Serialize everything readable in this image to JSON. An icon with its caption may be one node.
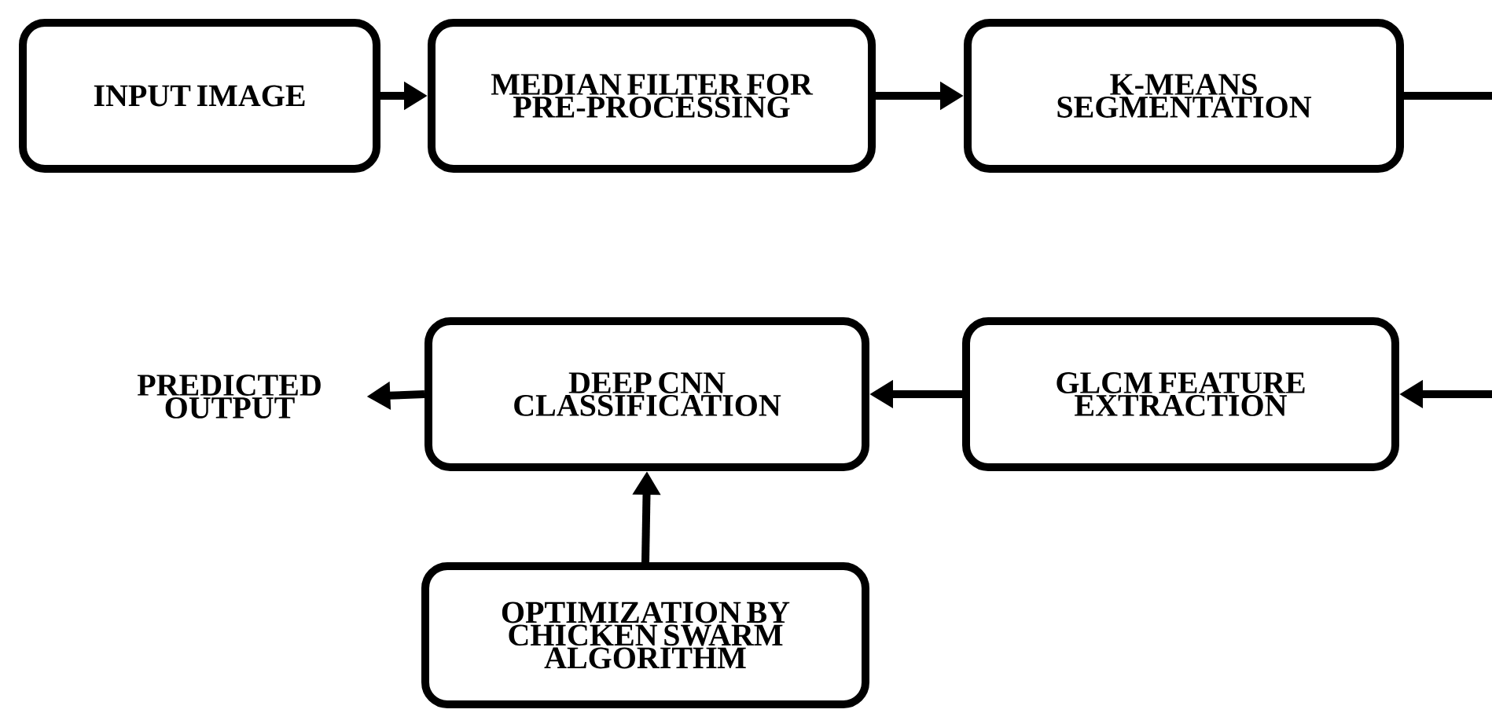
{
  "diagram": {
    "nodes": [
      {
        "text": [
          "INPUT IMAGE"
        ]
      },
      {
        "text": [
          "MEDIAN FILTER FOR PRE-PROCESSING"
        ]
      },
      {
        "text": [
          "K-MEANS SEGMENTATION"
        ]
      },
      {
        "text": [
          "PREDICTED OUTPUT"
        ]
      },
      {
        "text": [
          "DEEP CNN CLASSIFICATION"
        ]
      },
      {
        "text": [
          "GLCM FEATURE EXTRACTION"
        ]
      },
      {
        "text": [
          "OPTIMIZATION BY CHICKEN SWARM ALGORITHM"
        ]
      }
    ],
    "edges": [
      {
        "from": 0,
        "to": 1,
        "arrow": "to"
      },
      {
        "from": 1,
        "to": 2,
        "arrow": "to"
      },
      {
        "from": 2,
        "to": null,
        "arrow": "none"
      },
      {
        "from": null,
        "to": 5,
        "arrow": "to"
      },
      {
        "from": 5,
        "to": 4,
        "arrow": "to"
      },
      {
        "from": 4,
        "to": 3,
        "arrow": "to"
      },
      {
        "from": 6,
        "to": 4,
        "arrow": "to"
      }
    ]
  }
}
